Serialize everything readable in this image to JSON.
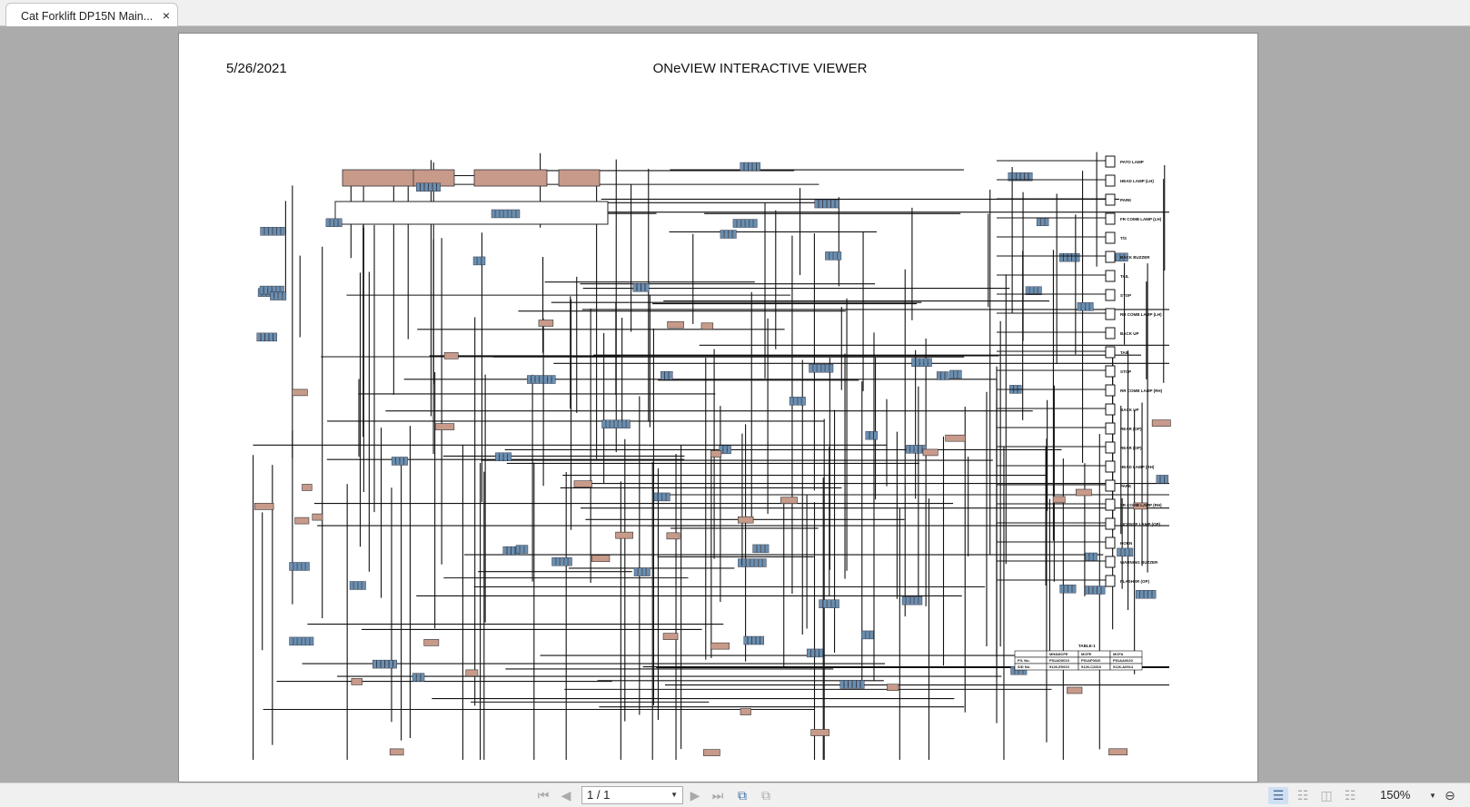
{
  "tab": {
    "title": "Cat Forklift DP15N Main...",
    "close": "×"
  },
  "document": {
    "date": "5/26/2021",
    "title": "ONeVIEW INTERACTIVE VIEWER",
    "labels": [
      "PATO LAMP",
      "HEAD LAMP (LH)",
      "PARK",
      "FR COMB LAMP (LH)",
      "T/S",
      "BACK BUZZER",
      "TAIL",
      "STOP",
      "RR COMB LAMP (LH)",
      "BACK UP",
      "TAIL",
      "STOP",
      "RR COMB LAMP (RH)",
      "BACK UP",
      "REAR (OP)",
      "REAR (OP)",
      "HEAD LAMP (RH)",
      "PARK",
      "FR COMB LAMP (RH)",
      "LICENSE LAMP (OP)",
      "HORN",
      "WARNING BUZZER",
      "FLASHER (OP)"
    ],
    "table": {
      "title": "TABLE-1",
      "headers": [
        "",
        "MH&MCFE",
        "MCFE",
        "MCFA"
      ],
      "rows": [
        [
          "P/L No.",
          "P51AD0010",
          "P51AF0020",
          "P51AA0020"
        ],
        [
          "S/D No.",
          "9126-E0910",
          "9126-C2810",
          "9126-A0914"
        ]
      ]
    }
  },
  "toolbar": {
    "page_indicator": "1 / 1",
    "zoom": "150%",
    "icons": [
      "first-page-icon",
      "previous-page-icon",
      "next-page-icon",
      "last-page-icon",
      "previous-view-icon",
      "next-view-icon",
      "single-page-icon",
      "continuous-icon",
      "facing-icon",
      "continuous-facing-icon",
      "zoom-out-icon"
    ]
  },
  "colors": {
    "connector": "#c89a8a",
    "terminal": "#6a8fb0",
    "background": "#ababab"
  }
}
